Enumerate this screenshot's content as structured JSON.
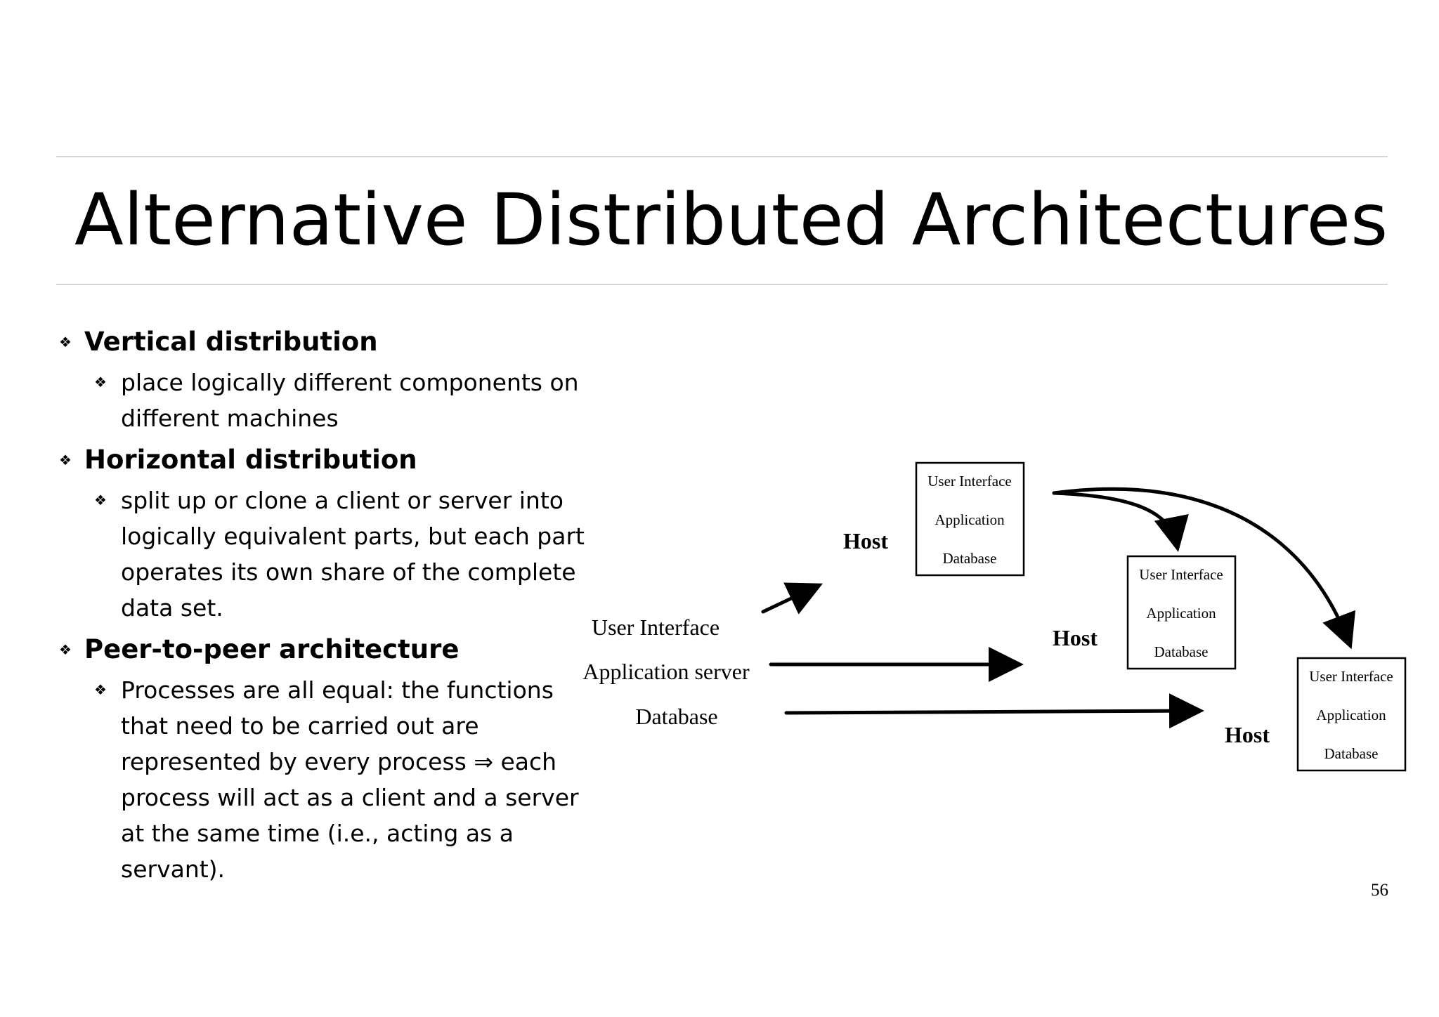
{
  "slide": {
    "title": "Alternative Distributed Architectures",
    "page_number": "56"
  },
  "bullets": [
    {
      "heading": "Vertical distribution",
      "detail": "place logically different components on different machines"
    },
    {
      "heading": "Horizontal distribution",
      "detail": "split up or clone a client or server into logically equivalent parts, but each part operates its own share of the complete data set."
    },
    {
      "heading": "Peer-to-peer architecture",
      "detail": "Processes are all equal: the functions that need to be carried out are represented by every process ⇒ each process will act as a client and a server at the same time (i.e., acting as a servant)."
    }
  ],
  "diagram": {
    "tiers": [
      "User Interface",
      "Application server",
      "Database"
    ],
    "hosts": [
      {
        "label": "Host",
        "layers": [
          "User Interface",
          "Application",
          "Database"
        ]
      },
      {
        "label": "Host",
        "layers": [
          "User Interface",
          "Application",
          "Database"
        ]
      },
      {
        "label": "Host",
        "layers": [
          "User Interface",
          "Application",
          "Database"
        ]
      }
    ]
  }
}
